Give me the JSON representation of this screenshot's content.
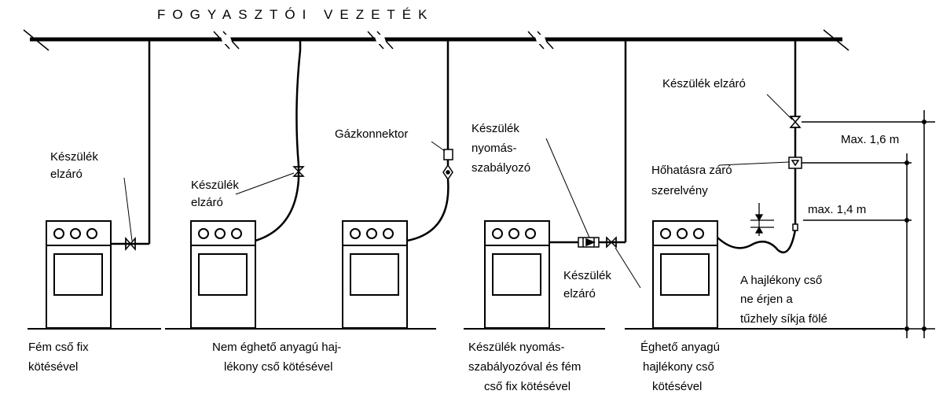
{
  "header": {
    "title": "FOGYASZTÓI VEZETÉK"
  },
  "labels": {
    "elzaro_1": [
      "Készülék",
      "elzáró"
    ],
    "elzaro_2": [
      "Készülék",
      "elzáró"
    ],
    "gazkonnektor": "Gázkonnektor",
    "nyomasszabalyozo": [
      "Készülék",
      "nyomás-",
      "szabályozó"
    ],
    "elzaro_3": [
      "Készülék",
      "elzáró"
    ],
    "elzaro_4": "Készülék elzáró",
    "hohatasra": [
      "Hőhatásra záró",
      "szerelvény"
    ],
    "max_16": "Max. 1,6 m",
    "max_14": "max. 1,4 m",
    "hajlekony_note": [
      "A hajlékony cső",
      "ne érjen a",
      "tűzhely síkja fölé"
    ]
  },
  "captions": {
    "c1": [
      "Fém cső fix",
      "kötésével"
    ],
    "c2": [
      "Nem éghető anyagú haj-",
      "lékony cső kötésével"
    ],
    "c3": [
      "Készülék nyomás-",
      "szabályozóval és fém",
      "cső fix kötésével"
    ],
    "c4": [
      "Éghető anyagú",
      "hajlékony cső",
      "kötésével"
    ]
  },
  "stove": {
    "knobs": [
      "o",
      "o",
      "o"
    ]
  }
}
